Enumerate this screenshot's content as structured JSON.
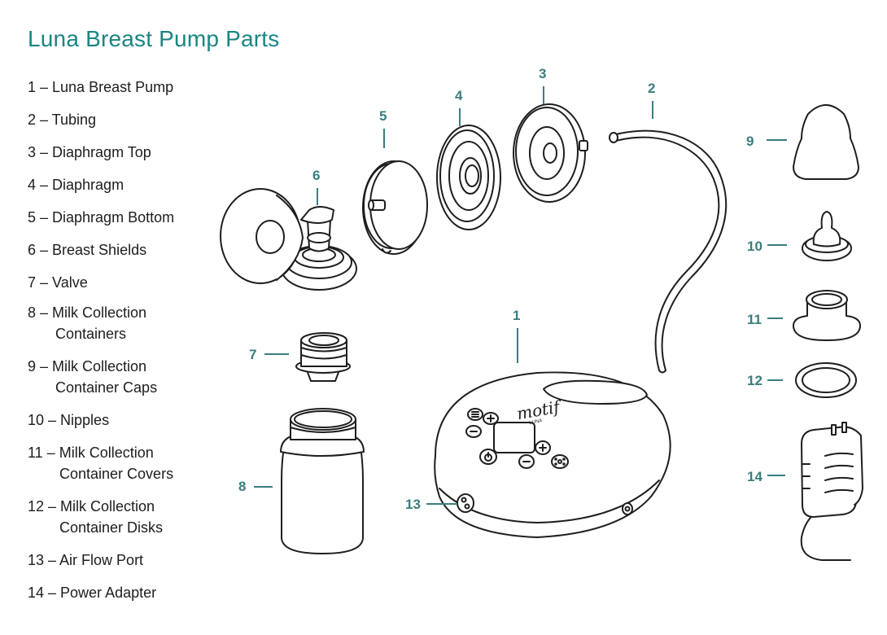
{
  "title": "Luna Breast Pump Parts",
  "legend": [
    {
      "line1": "1 – Luna Breast Pump",
      "line2": ""
    },
    {
      "line1": "2 – Tubing",
      "line2": ""
    },
    {
      "line1": "3 – Diaphragm Top",
      "line2": ""
    },
    {
      "line1": "4 – Diaphragm",
      "line2": ""
    },
    {
      "line1": "5 – Diaphragm Bottom",
      "line2": ""
    },
    {
      "line1": "6 – Breast Shields",
      "line2": ""
    },
    {
      "line1": "7 – Valve",
      "line2": ""
    },
    {
      "line1": "8 – Milk Collection",
      "line2": "Containers"
    },
    {
      "line1": "9 – Milk Collection",
      "line2": "Container Caps"
    },
    {
      "line1": "10 – Nipples",
      "line2": ""
    },
    {
      "line1": "11 –  Milk Collection",
      "line2": "Container Covers"
    },
    {
      "line1": "12 – Milk Collection",
      "line2": "Container Disks"
    },
    {
      "line1": "13 – Air Flow Port",
      "line2": ""
    },
    {
      "line1": "14 – Power Adapter",
      "line2": ""
    }
  ],
  "callouts": {
    "c1": "1",
    "c2": "2",
    "c3": "3",
    "c4": "4",
    "c5": "5",
    "c6": "6",
    "c7": "7",
    "c8": "8",
    "c9": "9",
    "c10": "10",
    "c11": "11",
    "c12": "12",
    "c13": "13",
    "c14": "14"
  },
  "device": {
    "logo": "motif",
    "logo_sub": "LUNA"
  },
  "colors": {
    "title": "#1a8583",
    "callout": "#3b7d7e",
    "text": "#1d1d1d",
    "line_art": "#1e1e1e"
  }
}
